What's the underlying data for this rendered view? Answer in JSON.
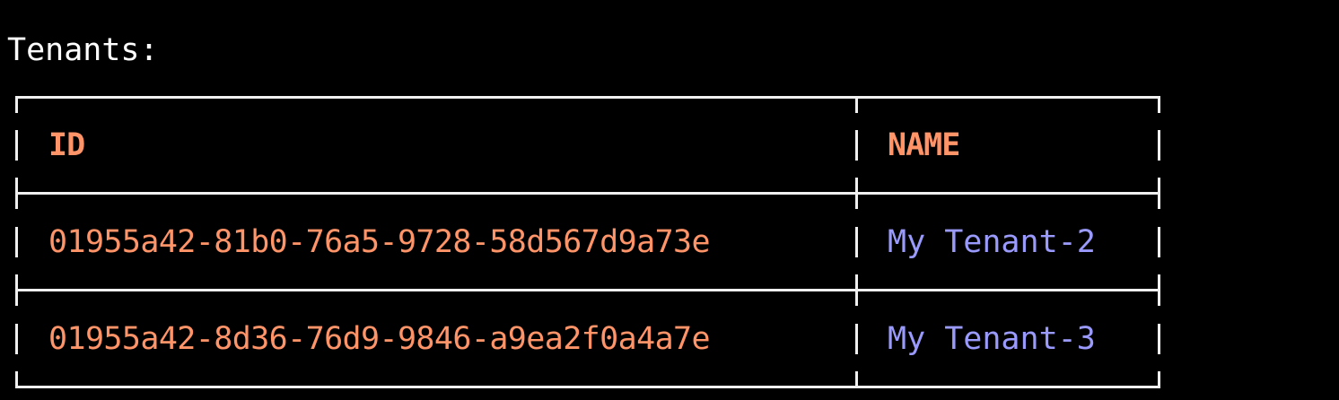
{
  "title": "Tenants:",
  "table": {
    "columns": [
      "ID",
      "NAME"
    ],
    "rows": [
      {
        "id": "01955a42-81b0-76a5-9728-58d567d9a73e",
        "name": "My Tenant-2"
      },
      {
        "id": "01955a42-8d36-76d9-9846-a9ea2f0a4a7e",
        "name": "My Tenant-3"
      }
    ]
  },
  "colors": {
    "background": "#000000",
    "border": "#f0f0f0",
    "header_text": "#ff9469",
    "id_text": "#ff9469",
    "name_text": "#9a9afc",
    "title_text": "#ffffff"
  }
}
